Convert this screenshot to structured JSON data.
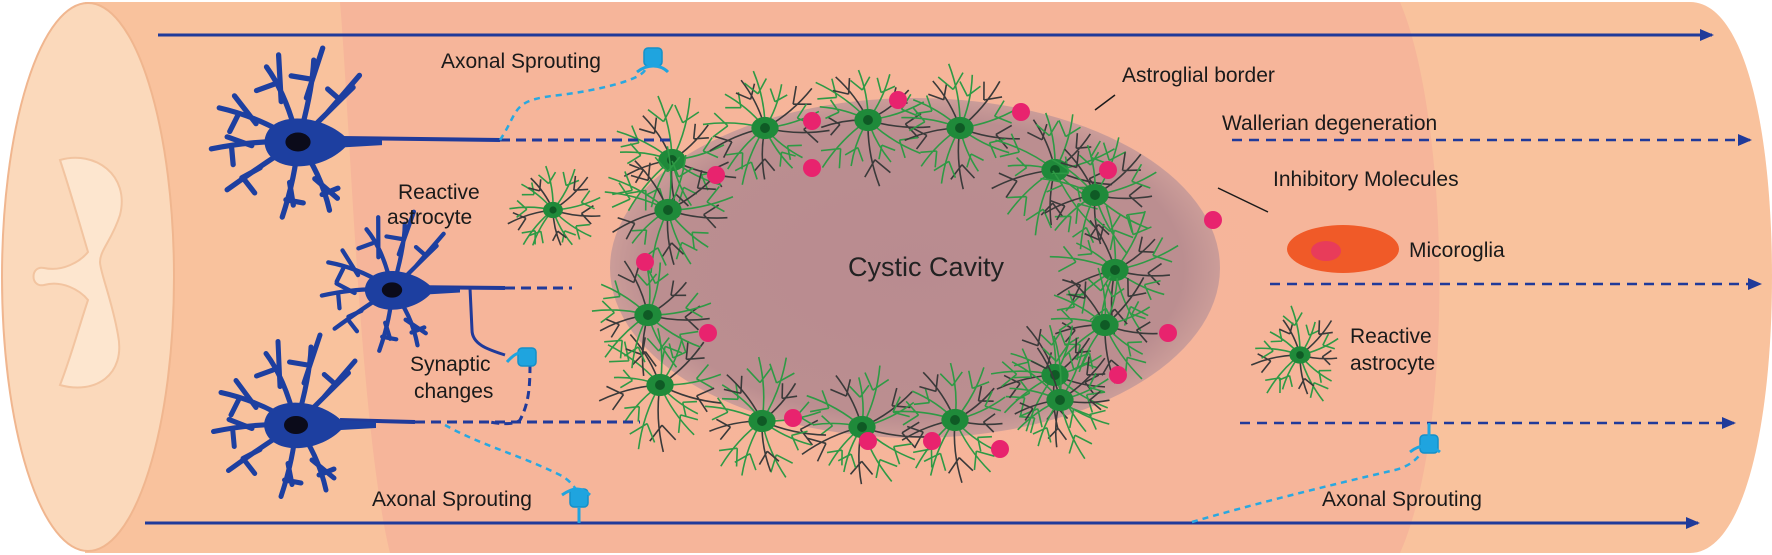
{
  "labels": {
    "axonal_sprouting_top": "Axonal Sprouting",
    "axonal_sprouting_bottom_left": "Axonal Sprouting",
    "axonal_sprouting_bottom_right": "Axonal Sprouting",
    "reactive_astrocyte_left_1": "Reactive",
    "reactive_astrocyte_left_2": "astrocyte",
    "reactive_astrocyte_right_1": "Reactive",
    "reactive_astrocyte_right_2": "astrocyte",
    "synaptic_changes_1": "Synaptic",
    "synaptic_changes_2": "changes",
    "cystic_cavity": "Cystic Cavity",
    "astroglial_border": "Astroglial border",
    "wallerian_degeneration": "Wallerian degeneration",
    "inhibitory_molecules": "Inhibitory Molecules",
    "microglia": "Micoroglia"
  },
  "colors": {
    "cord_outer": "#f9c29d",
    "cord_inner": "#f5b49a",
    "cross_section": "#fbd9bb",
    "gray_matter": "#fde6cf",
    "neuron": "#1d3fa0",
    "axon_line": "#203a9a",
    "sprout": "#29a8e0",
    "astrocyte": "#2e9a45",
    "astrocyte_body": "#1f8a3a",
    "cavity": "#b88a8e",
    "inhibitory": "#e8236e",
    "microglia": "#f05a28",
    "microglia_nucleus": "#e83c5a"
  }
}
